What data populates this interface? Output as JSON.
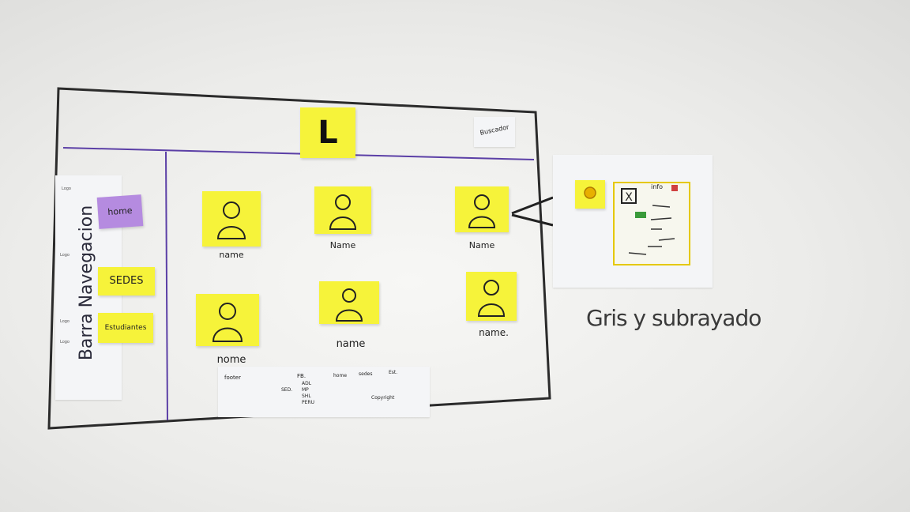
{
  "logo_letter": "L",
  "search_tag": "Buscador",
  "sidebar": {
    "title": "Barra Navegacion",
    "items": [
      "home",
      "SEDES",
      "Estudiantes"
    ],
    "small_tags": [
      "Logo",
      "Logo",
      "Logo",
      "Logo"
    ]
  },
  "profiles": [
    {
      "label": "name"
    },
    {
      "label": "Name"
    },
    {
      "label": "Name"
    },
    {
      "label": "nome"
    },
    {
      "label": "name"
    },
    {
      "label": "name."
    }
  ],
  "footer": {
    "title": "footer",
    "col1_head": "FB.",
    "col1_prefix": "SED.",
    "col1_lines": [
      "ADL",
      "MP",
      "SHL",
      "PERU"
    ],
    "col2_head": "home",
    "col3_head": "sedes",
    "col4_head": "Est.",
    "copyright": "Copyright"
  },
  "detail": {
    "info_label": "info",
    "close_mark": "X"
  },
  "caption": "Gris y subrayado",
  "colors": {
    "sticky_yellow": "#f6f33a",
    "sticky_purple": "#b58be0",
    "frame_line": "#2b2b2b",
    "accent_line": "#5b3fa6"
  }
}
